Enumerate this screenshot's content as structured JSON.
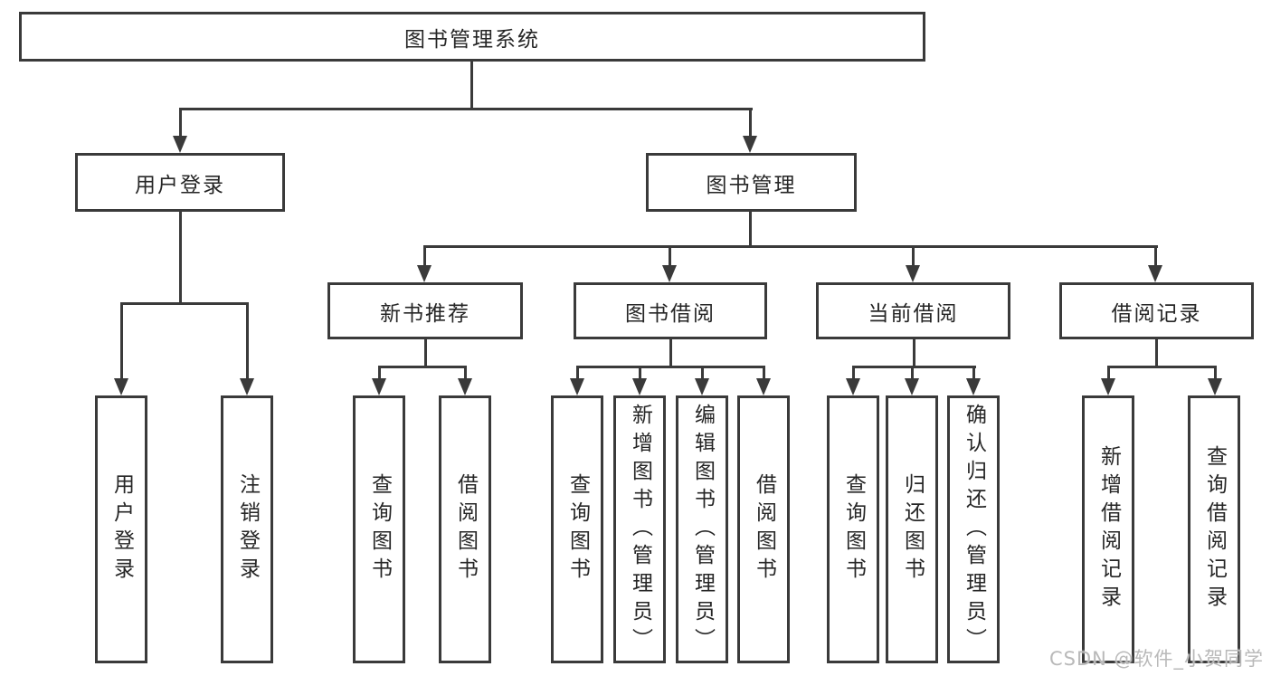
{
  "diagram": {
    "root": {
      "label": "图书管理系统"
    },
    "branches": [
      {
        "label": "用户登录",
        "children": [
          "用户登录",
          "注销登录"
        ]
      },
      {
        "label": "图书管理",
        "modules": [
          {
            "label": "新书推荐",
            "children": [
              "查询图书",
              "借阅图书"
            ]
          },
          {
            "label": "图书借阅",
            "children": [
              "查询图书",
              "新增图书（管理员）",
              "编辑图书（管理员）",
              "借阅图书"
            ]
          },
          {
            "label": "当前借阅",
            "children": [
              "查询图书",
              "归还图书",
              "确认归还（管理员）"
            ]
          },
          {
            "label": "借阅记录",
            "children": [
              "新增借阅记录",
              "查询借阅记录"
            ]
          }
        ]
      }
    ]
  },
  "watermark": {
    "text": "CSDN @软件_小贺同学"
  },
  "colors": {
    "line": "#3a3a3a",
    "text": "#262626",
    "watermark": "#b9b9b9",
    "background": "#ffffff"
  }
}
